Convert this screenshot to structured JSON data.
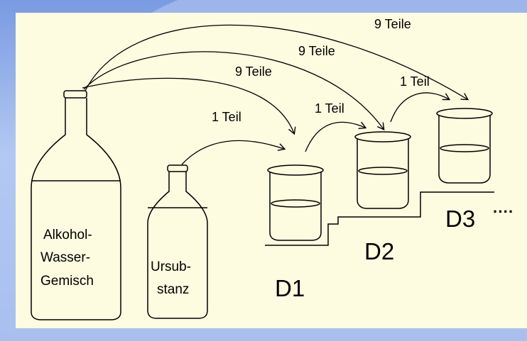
{
  "labels": {
    "bottle_text": [
      "Alkohol-",
      "Wasser-",
      "Gemisch"
    ],
    "small_bottle_text": [
      "Ursub-",
      "stanz"
    ],
    "arrow_9_top": "9 Teile",
    "arrow_9_mid": "9 Teile",
    "arrow_9_low": "9 Teile",
    "arrow_1_d1": "1 Teil",
    "arrow_1_d2": "1 Teil",
    "arrow_1_d3": "1 Teil",
    "d1": "D1",
    "d2": "D2",
    "d3": "D3",
    "ellipsis": "····"
  },
  "colors": {
    "background": "#fdfbe0",
    "frame": "#9cb6ec",
    "ink": "#000000"
  }
}
